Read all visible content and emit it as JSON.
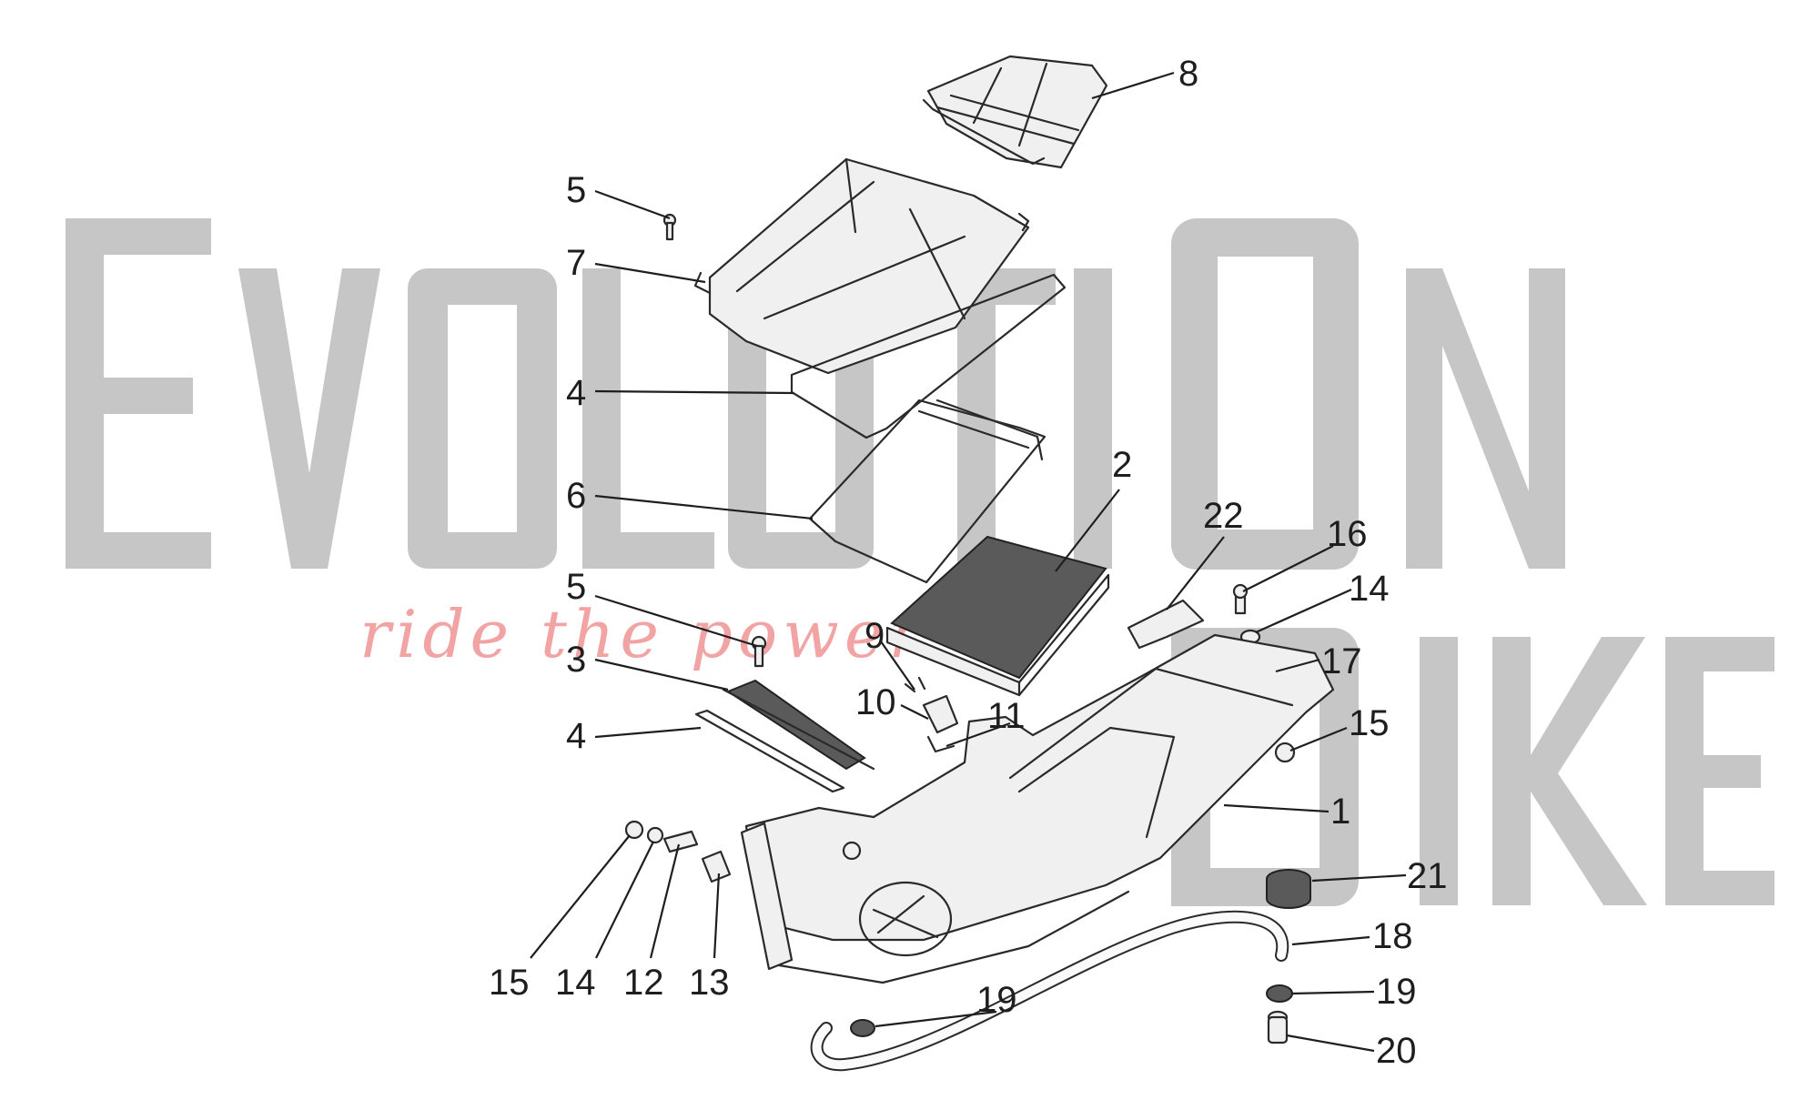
{
  "watermark": {
    "brand_top": "EvOLUTIOn",
    "brand_bottom": "BIKE",
    "tagline": "ride the power",
    "color": "#c6c6c6",
    "tagline_color": "#f2a3a3"
  },
  "callouts": {
    "c1": "1",
    "c2": "2",
    "c3": "3",
    "c4a": "4",
    "c4b": "4",
    "c5a": "5",
    "c5b": "5",
    "c6": "6",
    "c7": "7",
    "c8": "8",
    "c9": "9",
    "c10": "10",
    "c11": "11",
    "c12": "12",
    "c13": "13",
    "c14a": "14",
    "c14b": "14",
    "c15a": "15",
    "c15b": "15",
    "c16": "16",
    "c17": "17",
    "c18": "18",
    "c19a": "19",
    "c19b": "19",
    "c20": "20",
    "c21": "21",
    "c22": "22"
  }
}
